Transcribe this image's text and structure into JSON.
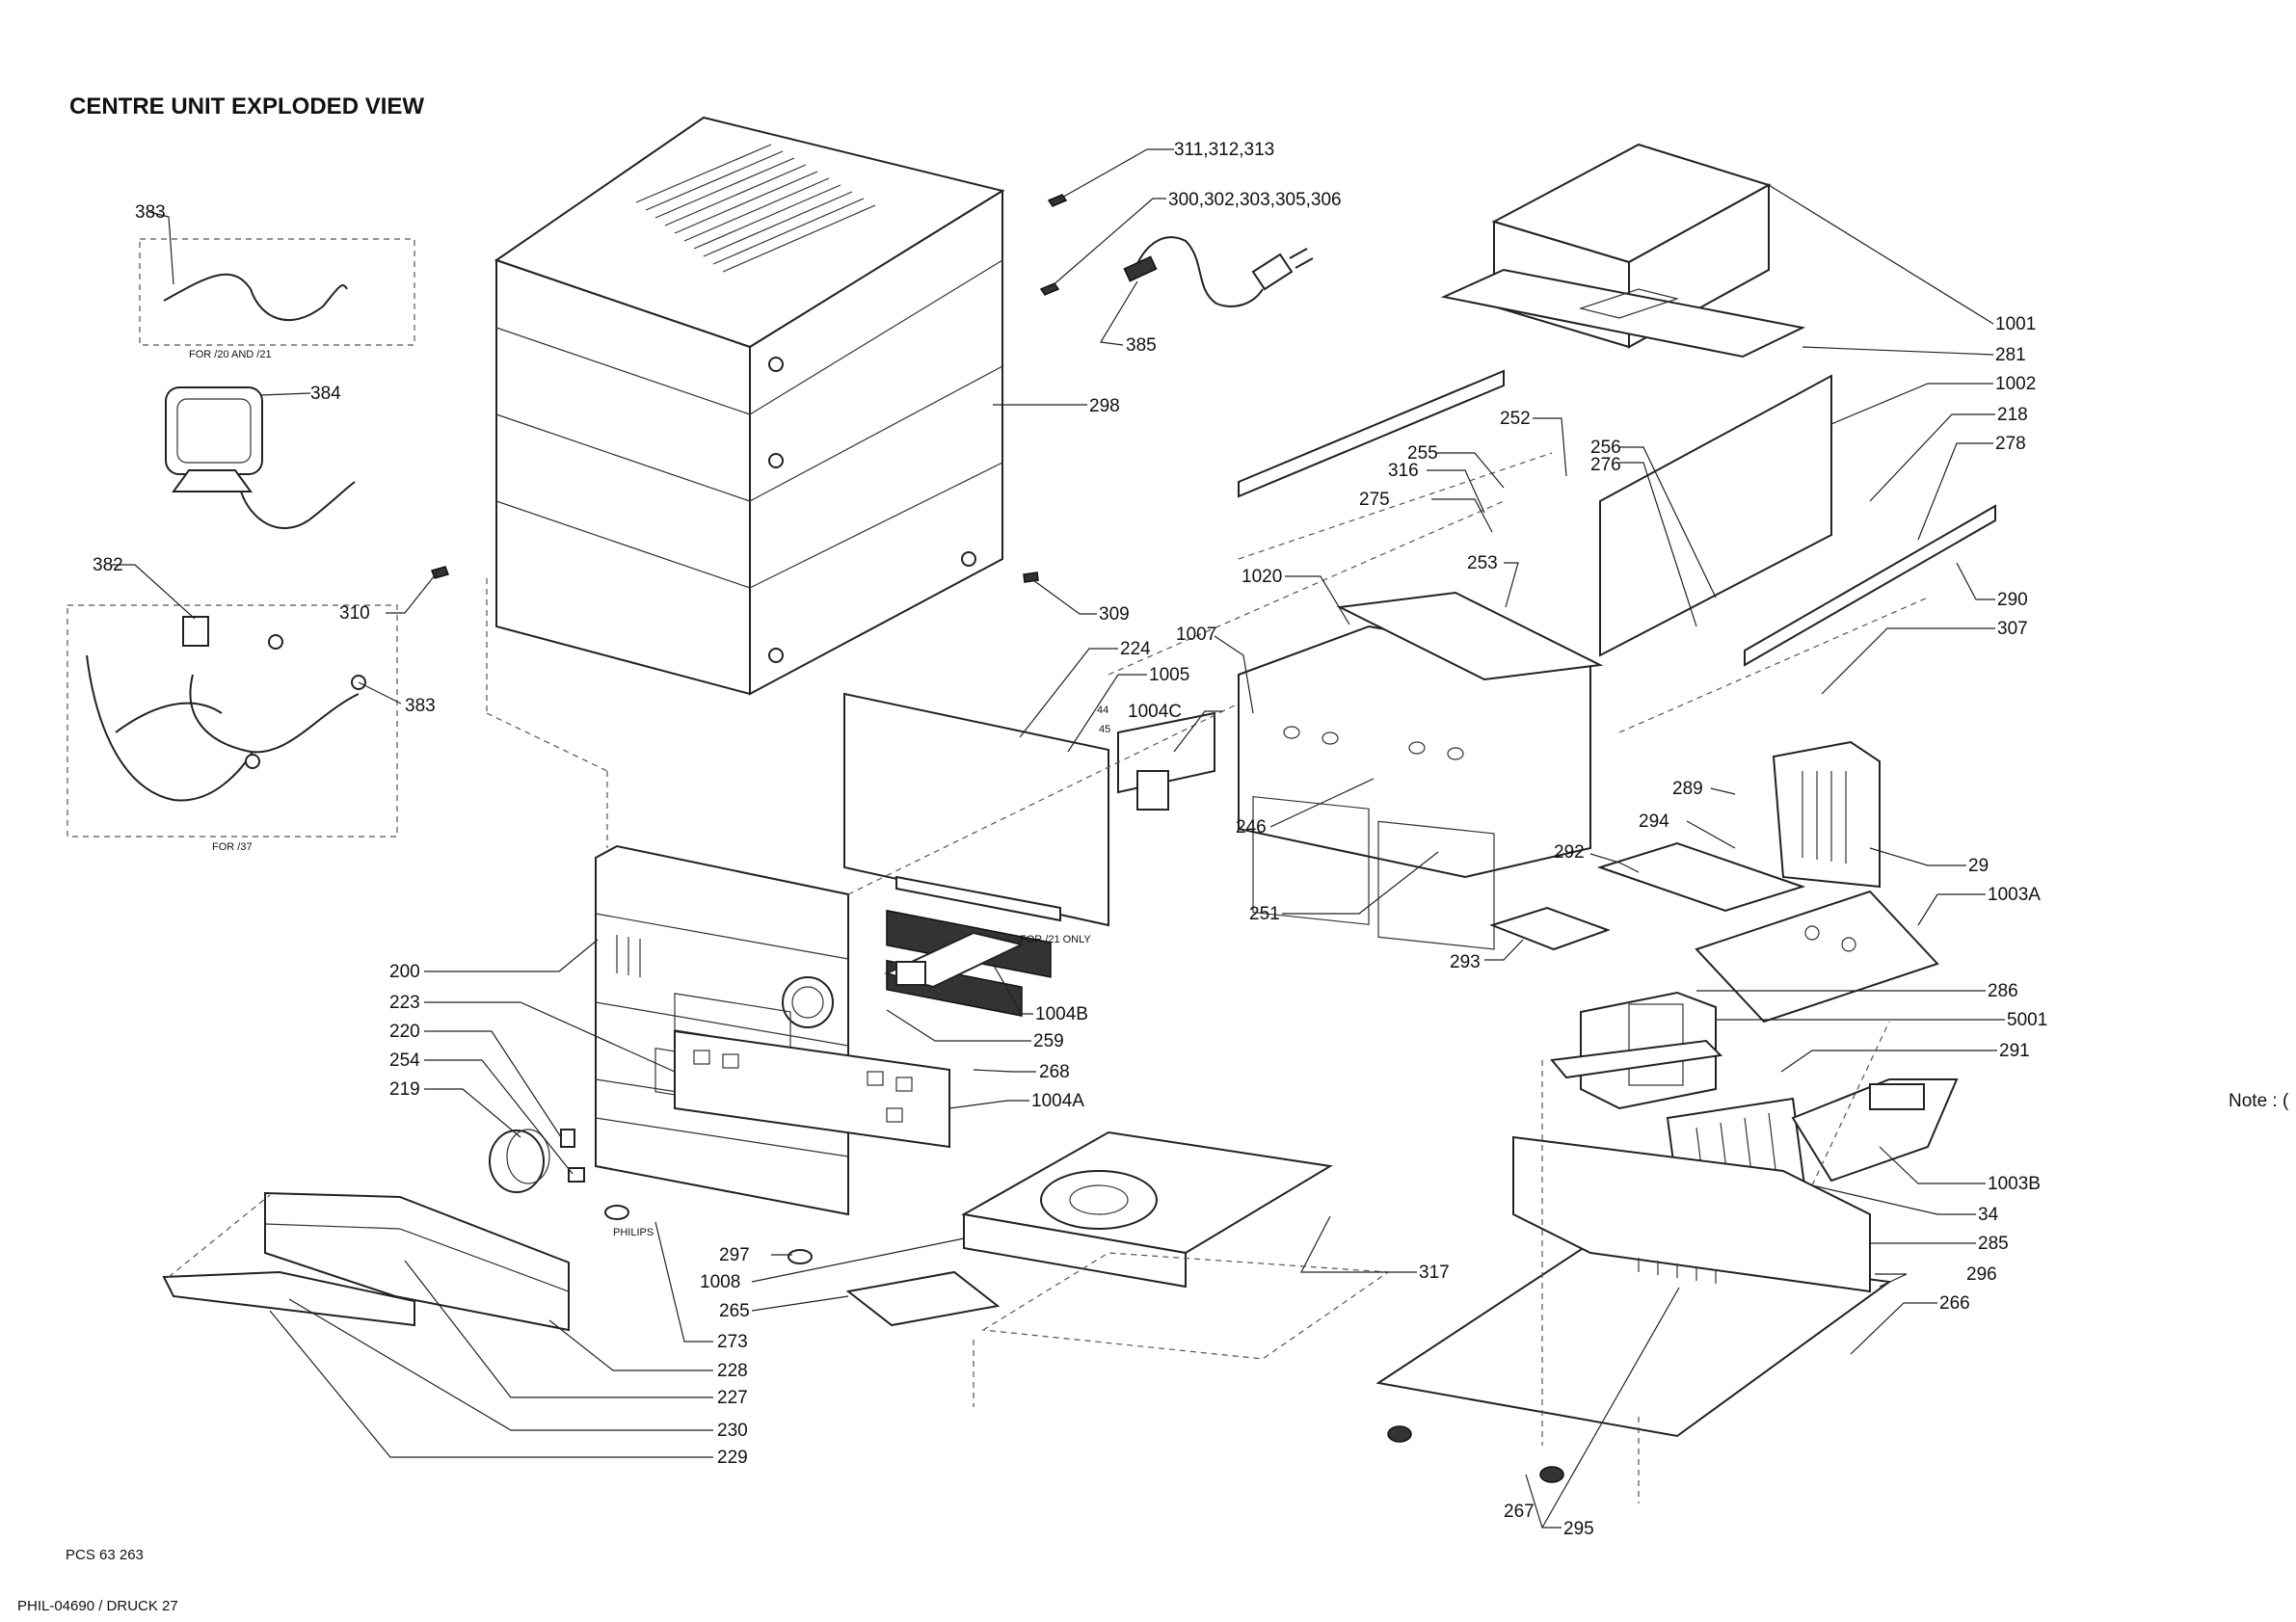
{
  "title": "CENTRE UNIT EXPLODED VIEW",
  "notes": {
    "for_20_21": "FOR /20 AND /21",
    "for_37": "FOR /37",
    "for_21_only": "FOR /21 ONLY",
    "note": "Note : (",
    "code_44": "44",
    "code_45": "45",
    "brand": "PHILIPS"
  },
  "footer": {
    "pcs": "PCS 63 263",
    "druck": "PHIL-04690 / DRUCK 27"
  },
  "labels": {
    "l311": "311,312,313",
    "l300": "300,302,303,305,306",
    "l385": "385",
    "l298": "298",
    "l383a": "383",
    "l384": "384",
    "l382": "382",
    "l310": "310",
    "l383b": "383",
    "l309": "309",
    "l224": "224",
    "l1005": "1005",
    "l1004c": "1004C",
    "l1007": "1007",
    "l1020": "1020",
    "l275": "275",
    "l316": "316",
    "l255": "255",
    "l252": "252",
    "l253": "253",
    "l256": "256",
    "l276": "276",
    "l1001": "1001",
    "l281": "281",
    "l1002": "1002",
    "l218": "218",
    "l278": "278",
    "l290": "290",
    "l307": "307",
    "l289": "289",
    "l294": "294",
    "l29": "29",
    "l292": "292",
    "l1003a": "1003A",
    "l293": "293",
    "l286": "286",
    "l5001": "5001",
    "l291": "291",
    "l1003b": "1003B",
    "l34": "34",
    "l285": "285",
    "l296": "296",
    "l266": "266",
    "l267": "267",
    "l295": "295",
    "l246": "246",
    "l251": "251",
    "l200": "200",
    "l223": "223",
    "l220": "220",
    "l254": "254",
    "l219": "219",
    "l1004b": "1004B",
    "l259": "259",
    "l268": "268",
    "l1004a": "1004A",
    "l297": "297",
    "l1008": "1008",
    "l265": "265",
    "l273": "273",
    "l317": "317",
    "l228": "228",
    "l227": "227",
    "l230": "230",
    "l229": "229"
  }
}
